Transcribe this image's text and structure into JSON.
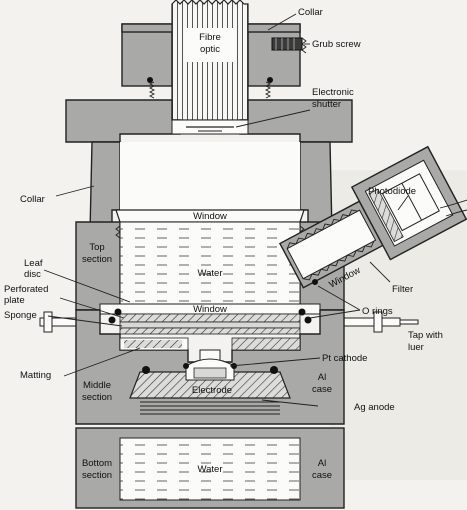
{
  "labels": {
    "collar_top": "Collar",
    "grub_screw": "Grub screw",
    "fibre": "Fibre",
    "optic": "optic",
    "electronic_shutter_1": "Electronic",
    "electronic_shutter_2": "shutter",
    "collar_left": "Collar",
    "window_top": "Window",
    "photodiode": "Photodiode",
    "window_side": "Window",
    "filter": "Filter",
    "top_section_1": "Top",
    "top_section_2": "section",
    "water_top": "Water",
    "leaf_1": "Leaf",
    "leaf_2": "disc",
    "perforated_1": "Perforated",
    "perforated_2": "plate",
    "sponge": "Sponge",
    "window_mid": "Window",
    "o_rings": "O rings",
    "tap_1": "Tap with",
    "tap_2": "luer",
    "pt_cathode": "Pt cathode",
    "matting": "Matting",
    "electrode": "Electrode",
    "middle_section_1": "Middle",
    "middle_section_2": "section",
    "al_case_1a": "Al",
    "al_case_1b": "case",
    "ag_anode": "Ag anode",
    "bottom_section_1": "Bottom",
    "bottom_section_2": "section",
    "water_bottom": "Water",
    "al_case_2a": "Al",
    "al_case_2b": "case"
  },
  "colors": {
    "metal": "#a9a9a7",
    "dark": "#3b3b3b",
    "water": "#fbfbfa",
    "ink": "#111111"
  }
}
